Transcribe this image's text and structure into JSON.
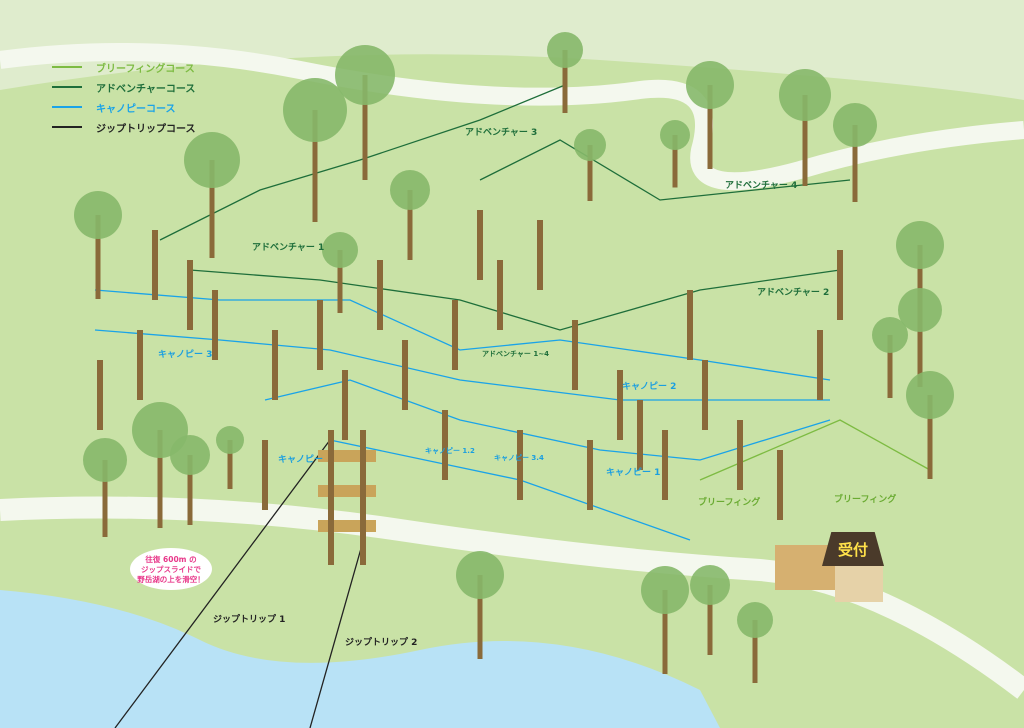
{
  "legend": [
    {
      "label": "ブリーフィングコース",
      "color": "#7dbb42"
    },
    {
      "label": "アドベンチャーコース",
      "color": "#1e6e3a"
    },
    {
      "label": "キャノピーコース",
      "color": "#1aa3e8"
    },
    {
      "label": "ジップトリップコース",
      "color": "#222222"
    }
  ],
  "labels": {
    "adv1": "アドベンチャー 1",
    "adv2": "アドベンチャー 2",
    "adv3": "アドベンチャー 3",
    "adv4": "アドベンチャー 4",
    "adv14": "アドベンチャー 1~4",
    "can1": "キャノピー 1",
    "can2": "キャノピー 2",
    "can3": "キャノピー 3",
    "can4": "キャノピー",
    "can12": "キャノピー 1.2",
    "can34": "キャノピー 3.4",
    "brf1": "ブリーフィング",
    "brf2": "ブリーフィング",
    "zip1": "ジップトリップ 1",
    "zip2": "ジップトリップ 2"
  },
  "bubble": [
    "往復 600m の",
    "ジップスライドで",
    "野岳湖の上を滑空！"
  ],
  "reception": "受付",
  "colors": {
    "land": "#dfeccd",
    "grass": "#c9e2a6",
    "road": "#f4f8ee",
    "lake": "#b8e2f6",
    "trunk": "#8a6a3a"
  }
}
